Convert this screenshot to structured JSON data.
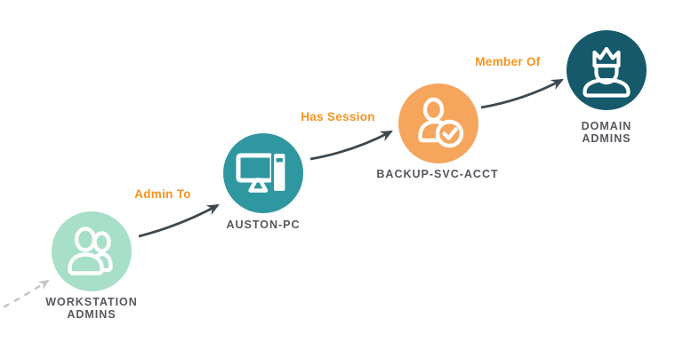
{
  "diagram": {
    "nodes": [
      {
        "id": "workstation-admins",
        "lines": [
          "WORKSTATION",
          "ADMINS"
        ],
        "color": "#A7DFC9",
        "icon": "users-icon"
      },
      {
        "id": "auston-pc",
        "lines": [
          "AUSTON-PC",
          ""
        ],
        "color": "#2F97A0",
        "icon": "computer-icon"
      },
      {
        "id": "backup-svc-acct",
        "lines": [
          "BACKUP-SVC-ACCT",
          ""
        ],
        "color": "#F6A55C",
        "icon": "user-check-icon"
      },
      {
        "id": "domain-admins",
        "lines": [
          "DOMAIN",
          "ADMINS"
        ],
        "color": "#15596B",
        "icon": "crowned-user-icon"
      }
    ],
    "edges": [
      {
        "label": "Admin To"
      },
      {
        "label": "Has Session"
      },
      {
        "label": "Member Of"
      }
    ],
    "colors": {
      "edge_label": "#F7941E",
      "arrow": "#3E4850",
      "dashed_arrow": "#C4C4C4",
      "node_label": "#55585E",
      "background": "#FFFFFF"
    }
  }
}
